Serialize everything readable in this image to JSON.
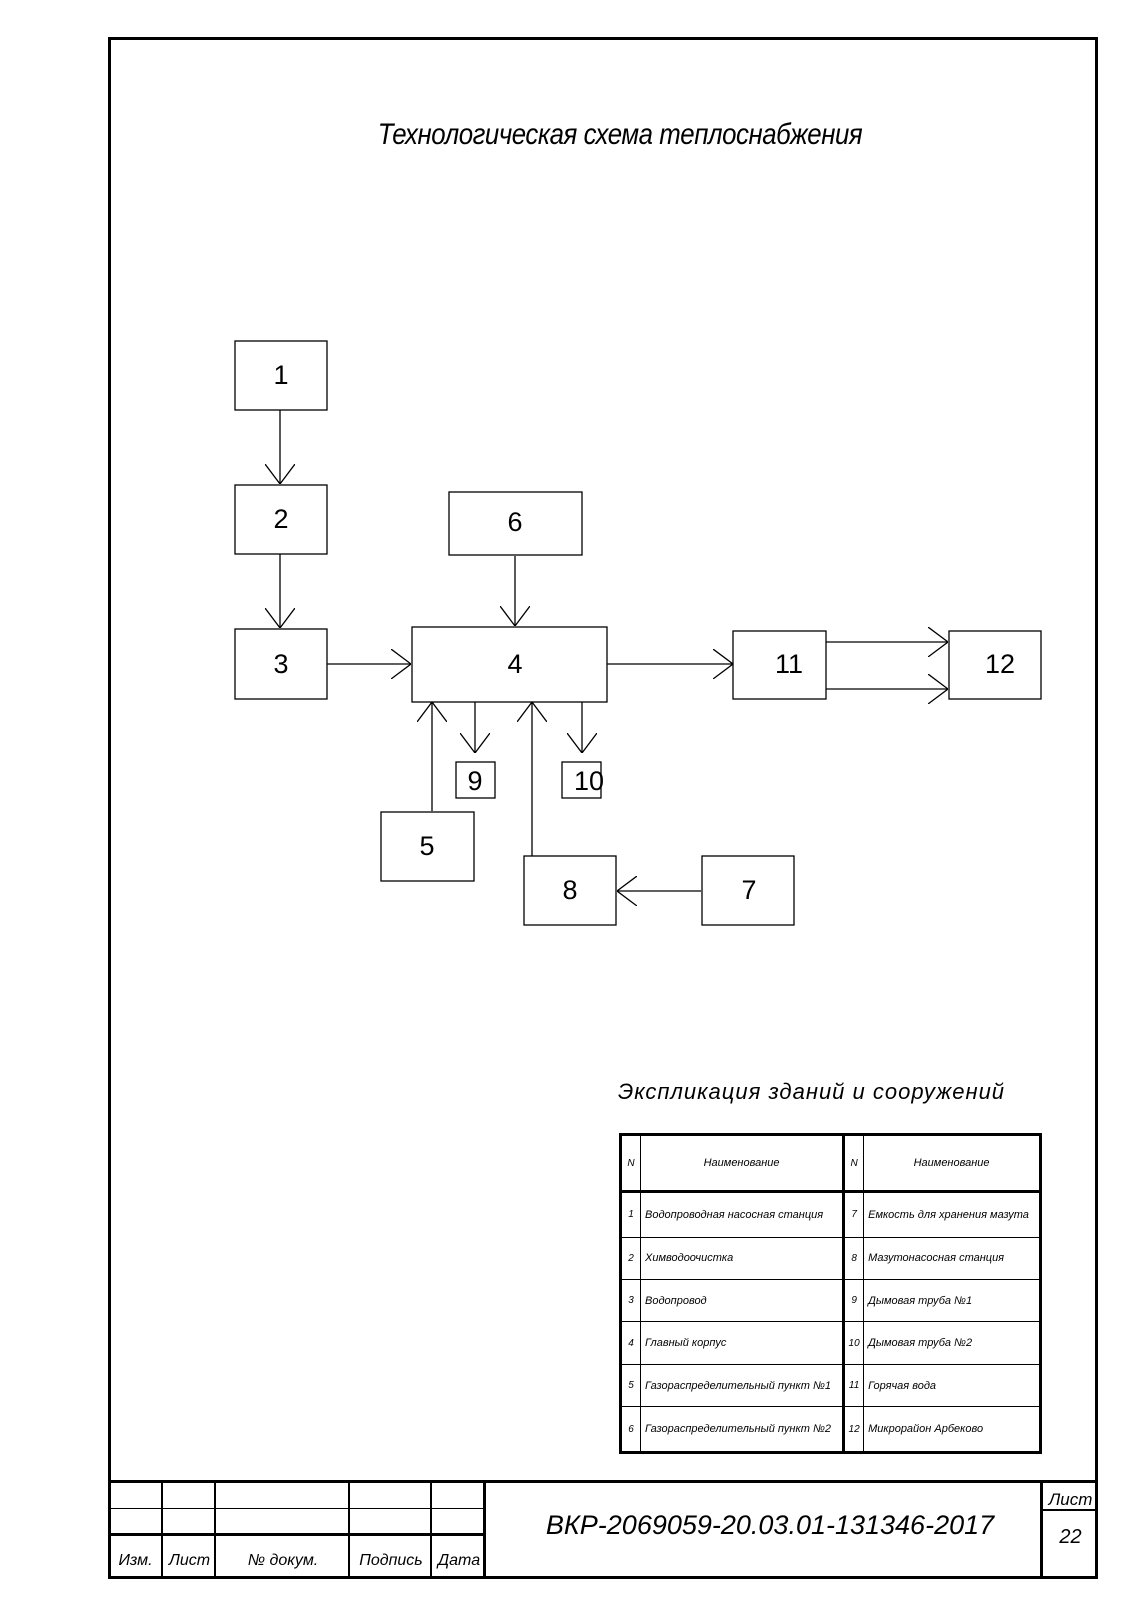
{
  "diagram": {
    "title": "Технологическая схема теплоснабжения",
    "nodes": [
      {
        "id": "1",
        "label": "1"
      },
      {
        "id": "2",
        "label": "2"
      },
      {
        "id": "3",
        "label": "3"
      },
      {
        "id": "4",
        "label": "4"
      },
      {
        "id": "5",
        "label": "5"
      },
      {
        "id": "6",
        "label": "6"
      },
      {
        "id": "7",
        "label": "7"
      },
      {
        "id": "8",
        "label": "8"
      },
      {
        "id": "9",
        "label": "9"
      },
      {
        "id": "10",
        "label": "10"
      },
      {
        "id": "11",
        "label": "11"
      },
      {
        "id": "12",
        "label": "12"
      }
    ],
    "edges": [
      {
        "from": "1",
        "to": "2"
      },
      {
        "from": "2",
        "to": "3"
      },
      {
        "from": "3",
        "to": "4"
      },
      {
        "from": "6",
        "to": "4"
      },
      {
        "from": "5",
        "to": "4"
      },
      {
        "from": "8",
        "to": "4"
      },
      {
        "from": "7",
        "to": "8"
      },
      {
        "from": "4",
        "to": "9"
      },
      {
        "from": "4",
        "to": "10"
      },
      {
        "from": "4",
        "to": "11"
      },
      {
        "from": "11",
        "to": "12"
      },
      {
        "from": "11",
        "to": "12"
      }
    ]
  },
  "explication": {
    "title": "Экспликация зданий и сооружений",
    "headers": {
      "n": "N",
      "name": "Наименование"
    },
    "rows": [
      {
        "n1": "1",
        "name1": "Водопроводная насосная станция",
        "n2": "7",
        "name2": "Емкость для хранения мазута"
      },
      {
        "n1": "2",
        "name1": "Химводоочистка",
        "n2": "8",
        "name2": "Мазутонасосная станция"
      },
      {
        "n1": "3",
        "name1": "Водопровод",
        "n2": "9",
        "name2": "Дымовая труба №1"
      },
      {
        "n1": "4",
        "name1": "Главный корпус",
        "n2": "10",
        "name2": "Дымовая труба №2"
      },
      {
        "n1": "5",
        "name1": "Газораспределительный пункт №1",
        "n2": "11",
        "name2": "Горячая вода"
      },
      {
        "n1": "6",
        "name1": "Газораспределительный пункт №2",
        "n2": "12",
        "name2": "Микрорайон Арбеково"
      }
    ]
  },
  "stamp": {
    "labels": {
      "izm": "Изм.",
      "list": "Лист",
      "doc": "№ докум.",
      "sign": "Подпись",
      "date": "Дата"
    },
    "doc_code": "ВКР-2069059-20.03.01-131346-2017",
    "sheet_label": "Лист",
    "sheet_number": "22"
  }
}
